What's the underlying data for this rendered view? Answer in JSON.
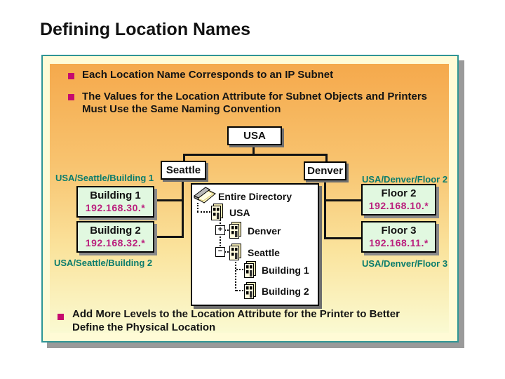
{
  "slide": {
    "title": "Defining Location Names",
    "bullets": [
      {
        "lines": [
          "Each Location Name Corresponds to an IP Subnet"
        ]
      },
      {
        "lines": [
          "The Values for the Location Attribute for Subnet Objects and Printers",
          "Must Use the Same Naming Convention"
        ]
      }
    ],
    "bottom_bullet": {
      "lines": [
        "Add More Levels to the Location Attribute for the Printer to Better",
        "Define the Physical Location"
      ]
    }
  },
  "diagram": {
    "usa_label": "USA",
    "seattle_label": "Seattle",
    "denver_label": "Denver",
    "left": {
      "path_top": "USA/Seattle/Building 1",
      "path_bottom": "USA/Seattle/Building 2",
      "boxes": [
        {
          "name": "Building 1",
          "subnet": "192.168.30.*"
        },
        {
          "name": "Building 2",
          "subnet": "192.168.32.*"
        }
      ]
    },
    "right": {
      "path_top": "USA/Denver/Floor 2",
      "path_bottom": "USA/Denver/Floor 3",
      "boxes": [
        {
          "name": "Floor 2",
          "subnet": "192.168.10.*"
        },
        {
          "name": "Floor 3",
          "subnet": "192.168.11.*"
        }
      ]
    },
    "tree": {
      "title": "Entire Directory",
      "items": [
        {
          "label": "USA",
          "toggle": ""
        },
        {
          "label": "Denver",
          "toggle": "+"
        },
        {
          "label": "Seattle",
          "toggle": "−"
        },
        {
          "label": "Building 1",
          "toggle": ""
        },
        {
          "label": "Building 2",
          "toggle": ""
        }
      ]
    }
  },
  "colors": {
    "panel_border_teal": "#2F9595",
    "gradient_top_orange": "#F5A94C",
    "gradient_bottom_yellow": "#FAFAD2",
    "bullet_magenta": "#C60A6E",
    "subnet_magenta": "#BA1F7D",
    "path_label_teal": "#0A7C6C",
    "node_box_green": "#E1F8E0"
  }
}
